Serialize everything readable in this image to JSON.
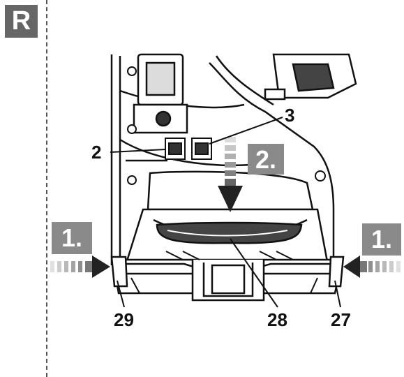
{
  "section_tag": "R",
  "steps": {
    "left": "1.",
    "right": "1.",
    "center": "2."
  },
  "callouts": {
    "c2": "2",
    "c3": "3",
    "c29": "29",
    "c28": "28",
    "c27": "27"
  },
  "colors": {
    "tag": "#666666",
    "step_box": "#8a8a8a",
    "line": "#111111",
    "arrow": "#222222"
  }
}
